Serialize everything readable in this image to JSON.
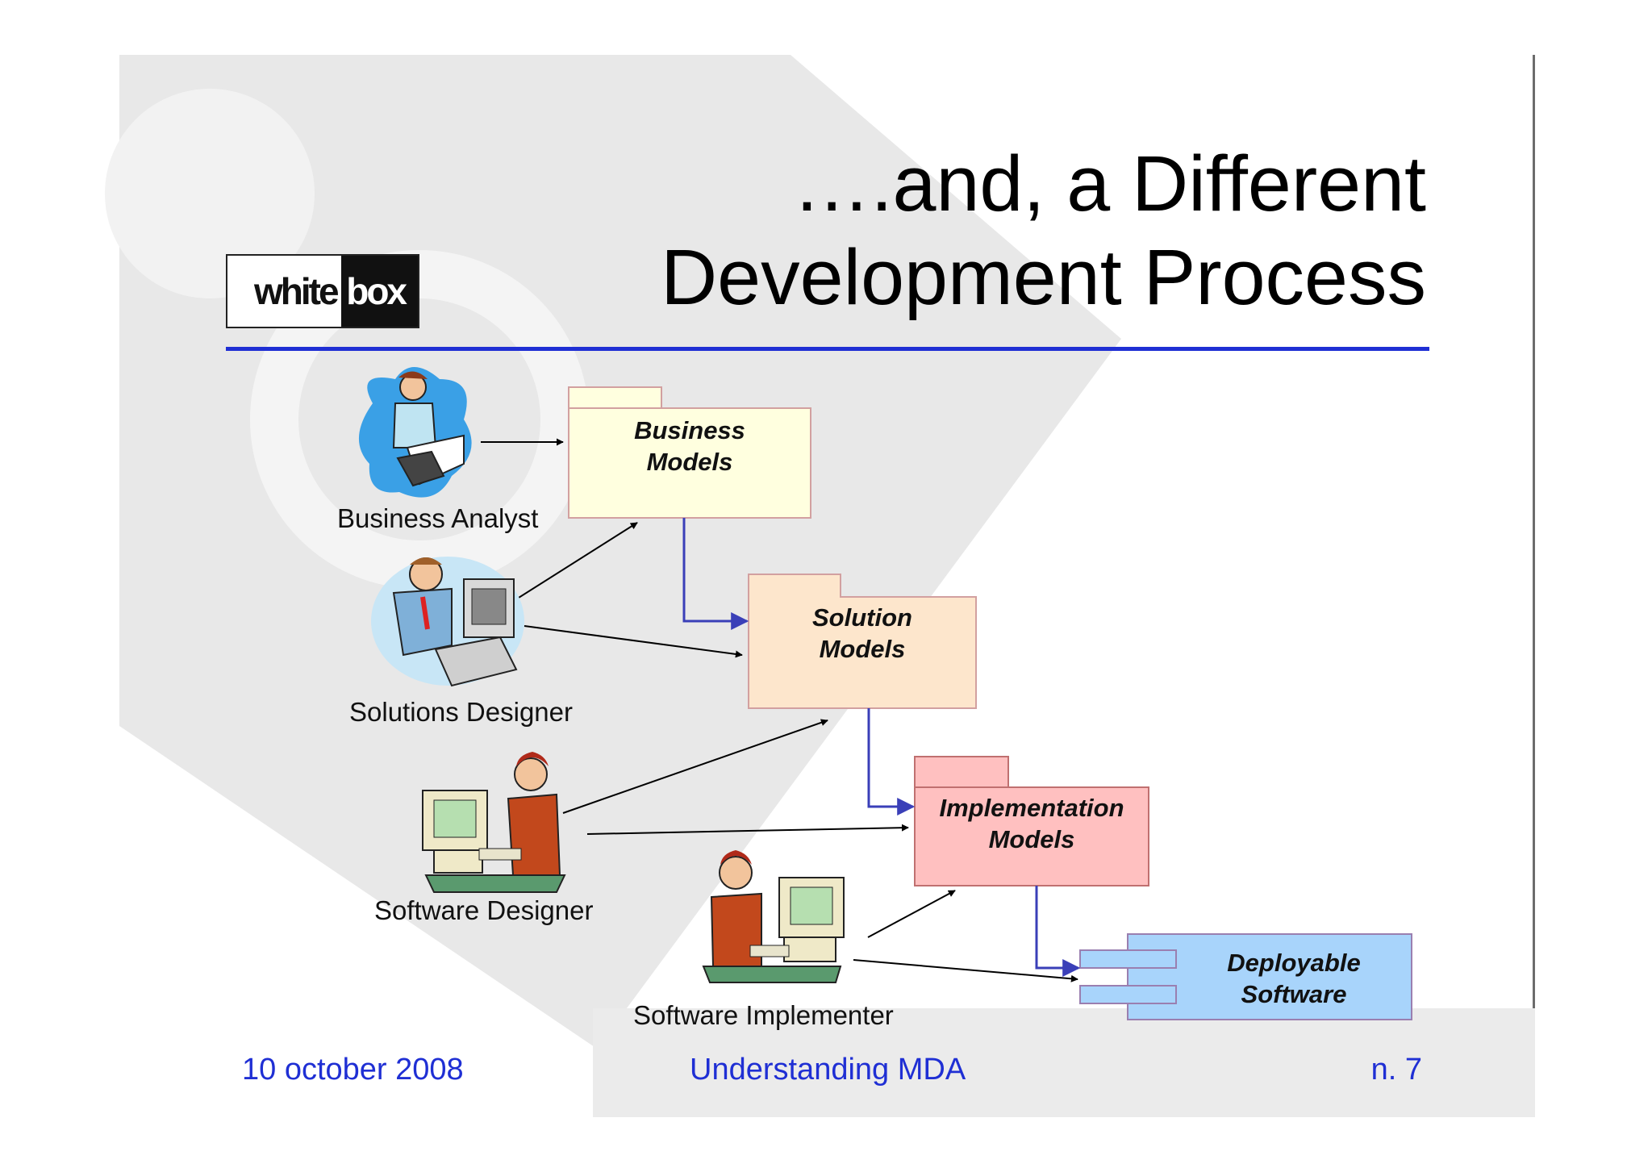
{
  "slide": {
    "title_line1": "….and, a Different",
    "title_line2": "Development Process",
    "logo": {
      "white": "white",
      "box": "box"
    },
    "accent_color": "#1f2fd4"
  },
  "roles": {
    "business_analyst": "Business Analyst",
    "solutions_designer": "Solutions Designer",
    "software_designer": "Software Designer",
    "software_implementer": "Software Implementer"
  },
  "models": {
    "business": {
      "line1": "Business",
      "line2": "Models",
      "color": "#ffffdf"
    },
    "solution": {
      "line1": "Solution",
      "line2": "Models",
      "color": "#fde6cc"
    },
    "implementation": {
      "line1": "Implementation",
      "line2": "Models",
      "color": "#ffc0c0"
    },
    "deployable": {
      "line1": "Deployable",
      "line2": "Software",
      "color": "#a8d4fb"
    }
  },
  "footer": {
    "date": "10 october 2008",
    "center": "Understanding MDA",
    "page": "n. 7"
  }
}
